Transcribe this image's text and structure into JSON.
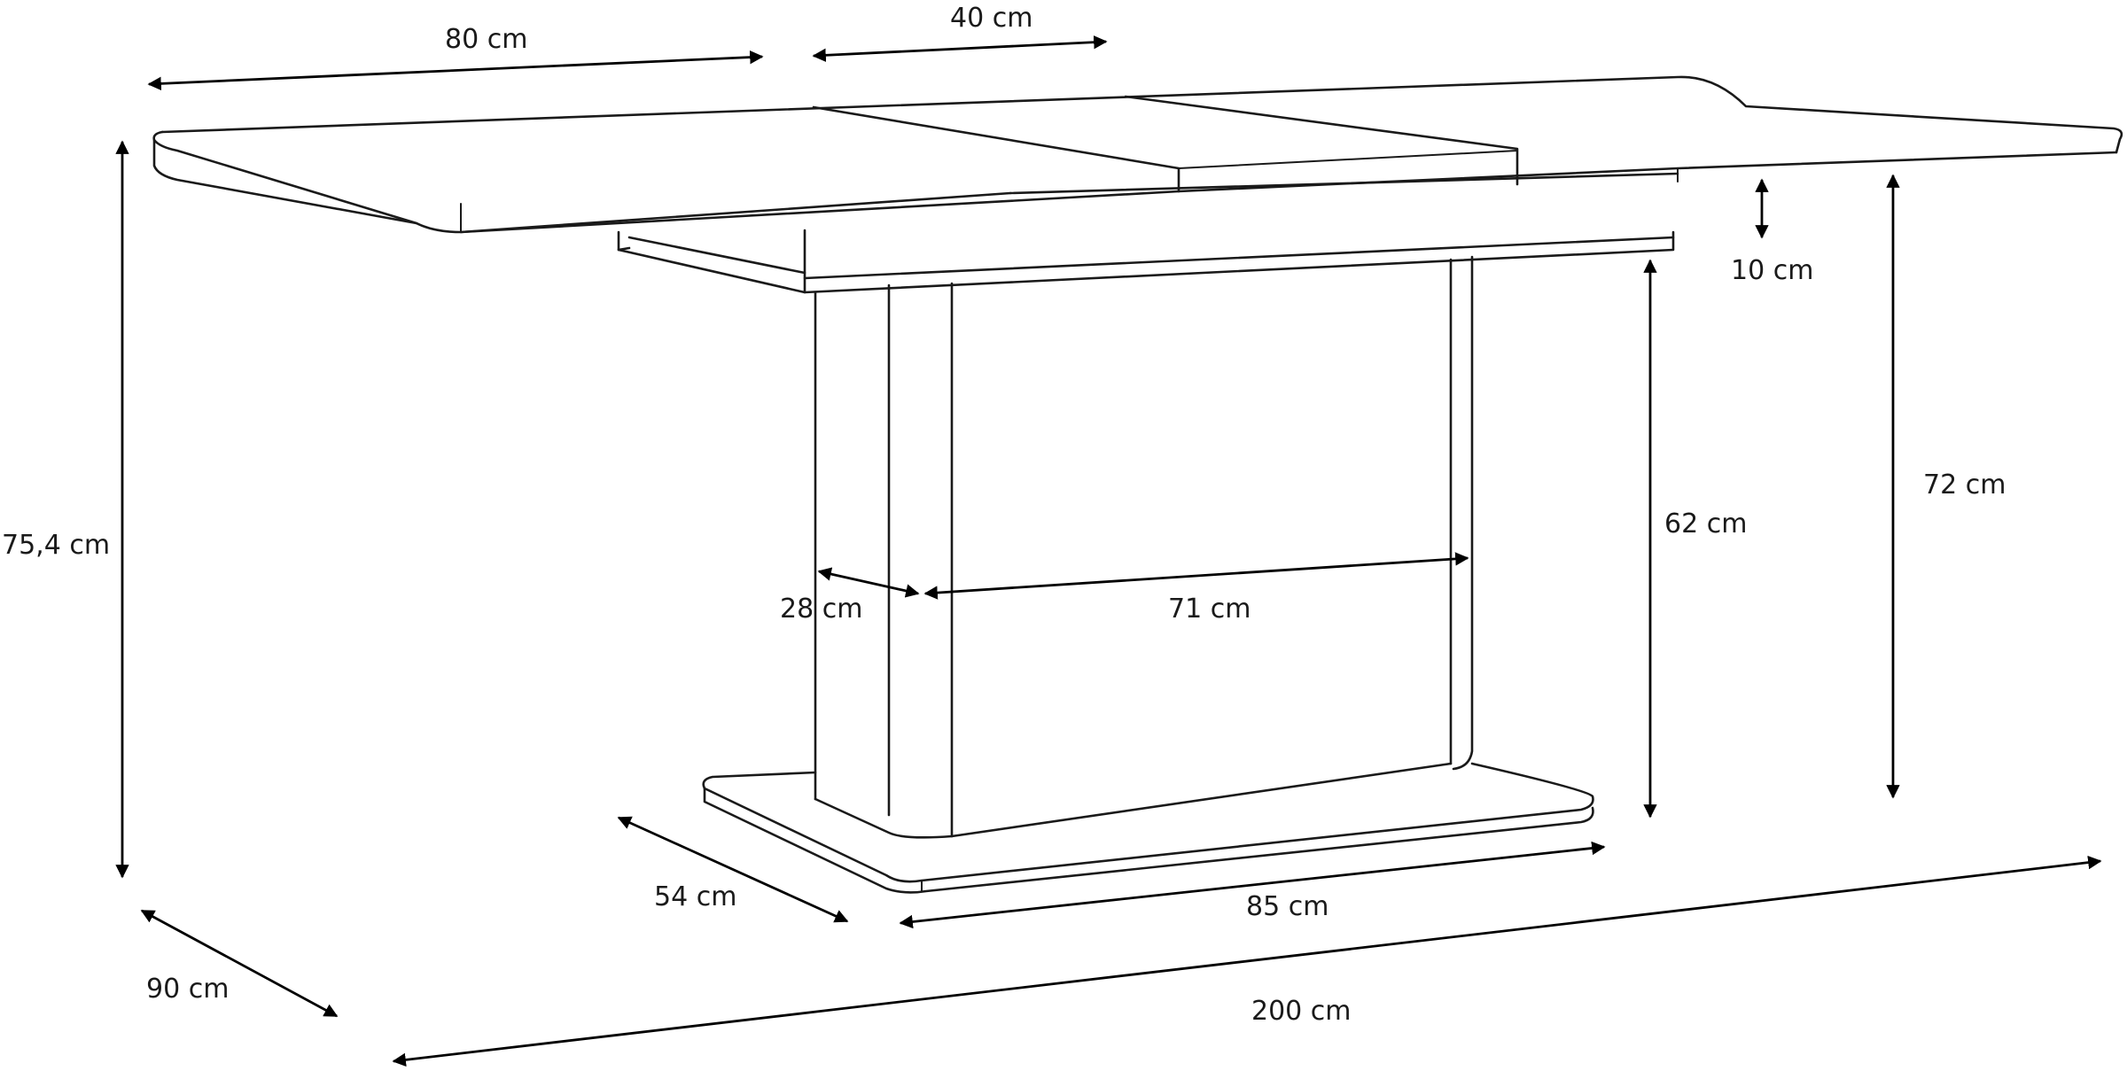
{
  "colors": {
    "line": "#1a1a1a",
    "background": "#ffffff"
  },
  "labels": {
    "top_length": "80 cm",
    "extension": "40 cm",
    "top_thickness": "10 cm",
    "overall_height": "75,4 cm",
    "base_height": "62 cm",
    "table_height": "72 cm",
    "column_depth": "28 cm",
    "column_width": "71 cm",
    "base_depth": "54 cm",
    "base_width": "85 cm",
    "depth": "90 cm",
    "length": "200 cm"
  }
}
